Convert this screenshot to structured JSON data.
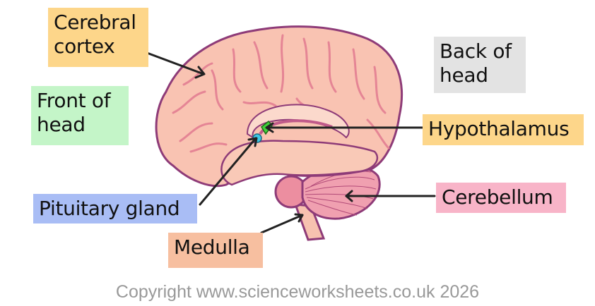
{
  "diagram": {
    "type": "labelled brain diagram (side view)",
    "labels": [
      {
        "id": "cerebral-cortex",
        "line1": "Cerebral",
        "line2": "cortex",
        "color": "#fdd68a"
      },
      {
        "id": "front-of-head",
        "line1": "Front of",
        "line2": "head",
        "color": "#c4f5c8"
      },
      {
        "id": "back-of-head",
        "line1": "Back of",
        "line2": "head",
        "color": "#e3e3e3"
      },
      {
        "id": "hypothalamus",
        "text": "Hypothalamus",
        "color": "#fdd68a"
      },
      {
        "id": "pituitary-gland",
        "text": "Pituitary gland",
        "color": "#a9bdf5"
      },
      {
        "id": "cerebellum",
        "text": "Cerebellum",
        "color": "#f8b4c8"
      },
      {
        "id": "medulla",
        "text": "Medulla",
        "color": "#f7bfa0"
      }
    ],
    "highlights": {
      "hypothalamus_color": "#3fd13a",
      "pituitary_color": "#3ec8e6"
    },
    "brain_colors": {
      "fill": "#f9c3b2",
      "fold": "#f08f9a",
      "outline": "#8e3b78",
      "cerebellum": "#e97a92",
      "stem": "#f7b7a7"
    }
  },
  "footer": {
    "copyright": "Copyright www.scienceworksheets.co.uk 2026"
  }
}
